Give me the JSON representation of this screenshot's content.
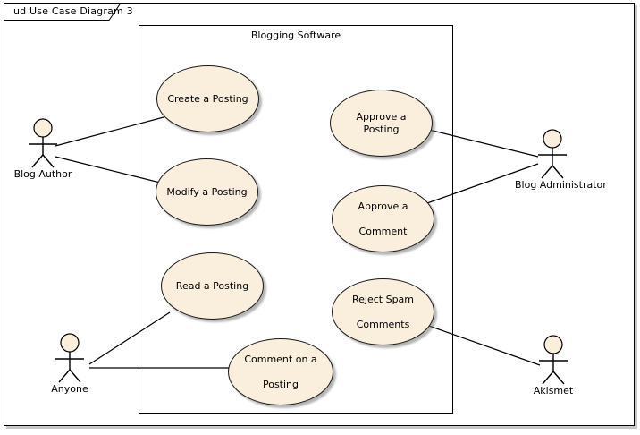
{
  "frame": {
    "title": "ud Use Case Diagram 3"
  },
  "system_boundary": {
    "label": "Blogging Software"
  },
  "colors": {
    "usecase_fill": "#FAEEDD",
    "actor_head_fill": "#FAEEDD",
    "stroke": "#000000",
    "shadow": "#787878",
    "background": "#FFFFFF"
  },
  "use_cases": [
    {
      "id": "create-a-posting",
      "label": "Create a Posting"
    },
    {
      "id": "modify-a-posting",
      "label": "Modify a Posting"
    },
    {
      "id": "read-a-posting",
      "label": "Read a Posting"
    },
    {
      "id": "comment-on-a-posting",
      "label": "Comment on a\nPosting",
      "line1": "Comment on a",
      "line2": "Posting"
    },
    {
      "id": "approve-a-posting",
      "label": "Approve a Posting"
    },
    {
      "id": "approve-a-comment",
      "label": "Approve a\nComment",
      "line1": "Approve a",
      "line2": "Comment"
    },
    {
      "id": "reject-spam-comments",
      "label": "Reject Spam\nComments",
      "line1": "Reject Spam",
      "line2": "Comments"
    }
  ],
  "actors": [
    {
      "id": "blog-author",
      "label": "Blog Author"
    },
    {
      "id": "blog-administrator",
      "label": "Blog Administrator"
    },
    {
      "id": "anyone",
      "label": "Anyone"
    },
    {
      "id": "akismet",
      "label": "Akismet"
    }
  ],
  "associations": [
    {
      "from": "blog-author",
      "to": "create-a-posting"
    },
    {
      "from": "blog-author",
      "to": "modify-a-posting"
    },
    {
      "from": "anyone",
      "to": "read-a-posting"
    },
    {
      "from": "anyone",
      "to": "comment-on-a-posting"
    },
    {
      "from": "blog-administrator",
      "to": "approve-a-posting"
    },
    {
      "from": "blog-administrator",
      "to": "approve-a-comment"
    },
    {
      "from": "akismet",
      "to": "reject-spam-comments"
    }
  ]
}
